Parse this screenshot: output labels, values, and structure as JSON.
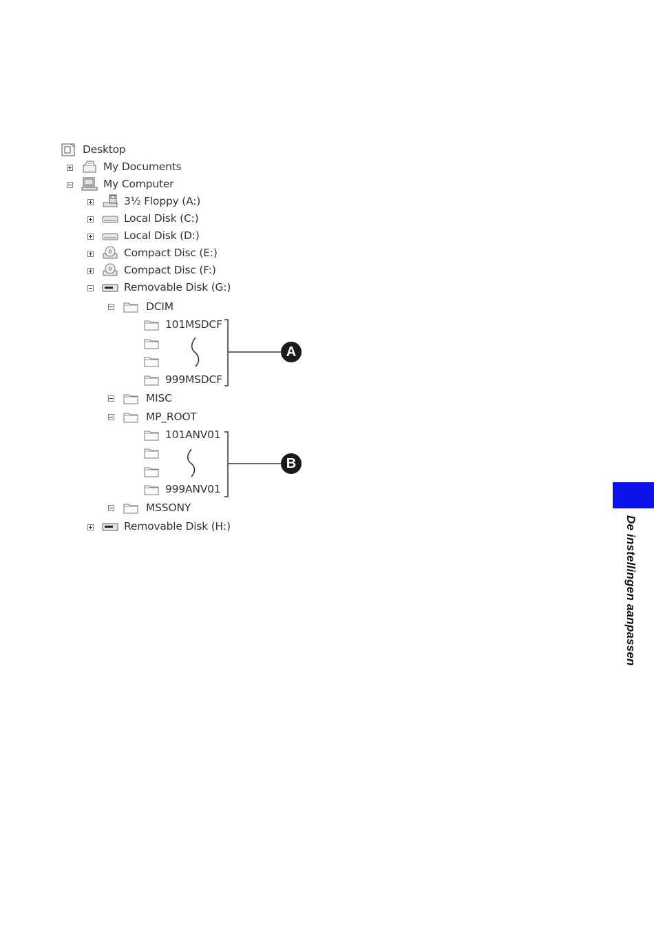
{
  "tree": {
    "desktop": "Desktop",
    "my_documents": "My Documents",
    "my_computer": "My Computer",
    "floppy": "3½ Floppy (A:)",
    "local_c": "Local Disk (C:)",
    "local_d": "Local Disk (D:)",
    "cd_e": "Compact Disc (E:)",
    "cd_f": "Compact Disc (F:)",
    "removable_g": "Removable Disk (G:)",
    "dcim": "DCIM",
    "dcim_first": "101MSDCF",
    "dcim_last": "999MSDCF",
    "misc": "MISC",
    "mp_root": "MP_ROOT",
    "mp_first": "101ANV01",
    "mp_last": "999ANV01",
    "mssony": "MSSONY",
    "removable_h": "Removable Disk (H:)"
  },
  "callouts": {
    "a": "A",
    "b": "B"
  },
  "side_tab": {
    "text": "De instellingen aanpassen",
    "color": "#0a14e6"
  }
}
